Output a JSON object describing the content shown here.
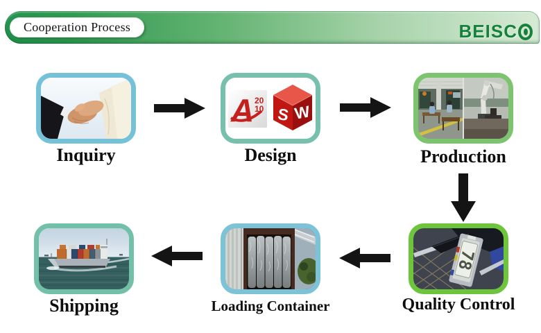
{
  "header": {
    "title": "Cooperation Process",
    "logo_full": "BEISCO",
    "logo_main": "BEISC",
    "logo_color": "#17813c",
    "bar_gradient_left": "#239350",
    "bar_gradient_right": "#d7ead5"
  },
  "steps": [
    {
      "id": "inquiry",
      "label": "Inquiry",
      "border_color": "#74c1d8",
      "image": "handshake-photo"
    },
    {
      "id": "design",
      "label": "Design",
      "border_color": "#77c0ad",
      "image": "autocad-solidworks-logos"
    },
    {
      "id": "production",
      "label": "Production",
      "border_color": "#7dc46e",
      "image": "factory-workshop-photo"
    },
    {
      "id": "quality_control",
      "label": "Quality Control",
      "border_color": "#6dc53c",
      "image": "digital-caliper-photo"
    },
    {
      "id": "loading_container",
      "label": "Loading Container",
      "border_color": "#7cc3d8",
      "image": "container-loading-photo"
    },
    {
      "id": "shipping",
      "label": "Shipping",
      "border_color": "#73c0a8",
      "image": "container-ship-photo"
    }
  ],
  "design_logos": {
    "autocad_letter": "A",
    "autocad_year_top": "20",
    "autocad_year_bottom": "10",
    "solidworks_s": "S",
    "solidworks_w": "W"
  },
  "quality_control": {
    "display_value": "78"
  },
  "arrows": {
    "color": "#141414",
    "sequence": [
      "inquiry->design",
      "design->production",
      "production->quality_control",
      "quality_control->loading_container",
      "loading_container->shipping"
    ]
  }
}
